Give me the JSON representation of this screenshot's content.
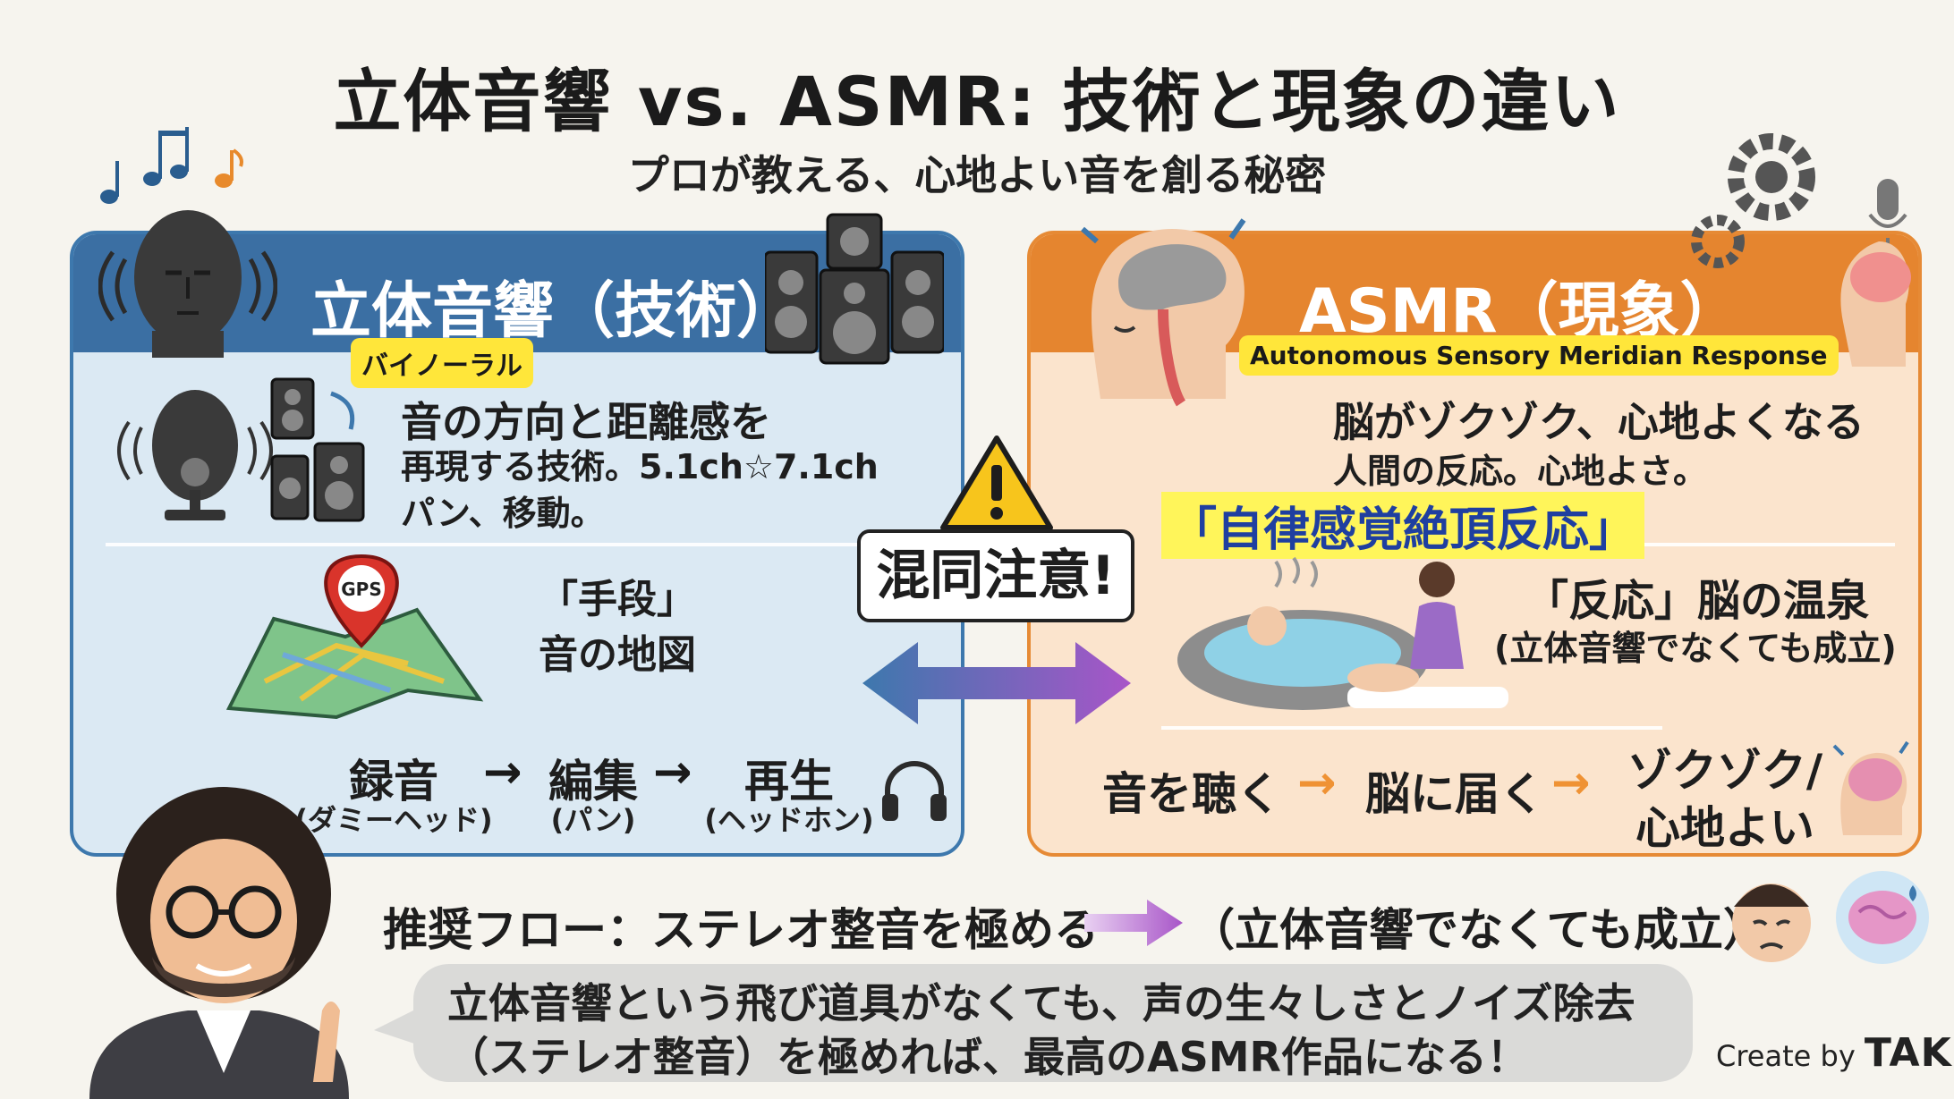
{
  "title": "立体音響 vs. ASMR: 技術と現象の違い",
  "subtitle": "プロが教える、心地よい音を創る秘密",
  "left": {
    "title": "立体音響（技術）",
    "tag": "バイノーラル",
    "main": "音の方向と距離感を",
    "sub_line1": "再現する技術。5.1ch☆7.1ch",
    "sub_line2": "パン、移動。",
    "means_line1": "「手段」",
    "means_line2": "音の地図",
    "gps_label": "GPS",
    "flow": [
      {
        "word": "録音",
        "sub": "(ダミーヘッド)"
      },
      {
        "word": "編集",
        "sub": "(パン)"
      },
      {
        "word": "再生",
        "sub": "(ヘッドホン)"
      }
    ],
    "arrow": "→"
  },
  "right": {
    "title": "ASMR（現象）",
    "tag": "Autonomous Sensory  Meridian Response",
    "main": "脳がゾクゾク、心地よくなる",
    "sub": "人間の反応。心地よさ。",
    "highlight": "「自律感覚絶頂反応」",
    "reaction_main": "「反応」脳の温泉",
    "reaction_sub": "(立体音響でなくても成立)",
    "flow": [
      {
        "word": "音を聴く"
      },
      {
        "word": "脳に届く"
      },
      {
        "word_line1": "ゾクゾク/",
        "word_line2": "心地よい"
      }
    ],
    "arrow": "→"
  },
  "warning": "混同注意!",
  "recommended": "推奨フロー：ステレオ整音を極める",
  "recommended_note": "（立体音響でなくても成立）",
  "bubble_line1": "立体音響という飛び道具がなくても、声の生々しさとノイズ除去",
  "bubble_line2": "（ステレオ整音）を極めれば、最高のASMR作品になる！",
  "credit_prefix": "Create by",
  "credit_name": "TAKE",
  "colors": {
    "left_accent": "#3b6fa3",
    "left_bg": "#dbe9f3",
    "right_accent": "#e5852f",
    "right_bg": "#fbe4cd",
    "tag_yellow": "#ffe63a",
    "warning_yellow": "#f7c51c"
  }
}
